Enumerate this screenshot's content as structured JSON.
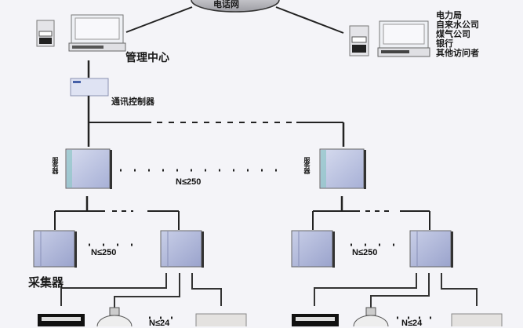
{
  "network": {
    "label": "电话网",
    "icon": "phone-network-cloud-icon"
  },
  "management_center": {
    "label": "管理中心",
    "icon": "desktop-computer-icon"
  },
  "remote_visitors": {
    "icon": "desktop-computer-icon",
    "labels": [
      "电力局",
      "自来水公司",
      "煤气公司",
      "银行",
      "其他访问者"
    ]
  },
  "comm_controller": {
    "label": "通讯控制器",
    "icon": "controller-box-icon"
  },
  "servers": [
    {
      "label": "服务器",
      "icon": "server-cabinet-icon"
    },
    {
      "label": "服务器",
      "icon": "server-cabinet-icon"
    }
  ],
  "server_limit": "N≤250",
  "collectors": {
    "label": "采集器",
    "limit": "N≤250",
    "icon": "collector-cabinet-icon"
  },
  "meters": {
    "limit": "N≤24",
    "icons": [
      "electric-meter-icon",
      "gas-meter-icon",
      "water-meter-icon"
    ]
  },
  "colors": {
    "background": "#f4f4f8",
    "line": "#1a1a1a",
    "cabinet": "#a9b2d6",
    "cloud": "#c8c8cc"
  }
}
